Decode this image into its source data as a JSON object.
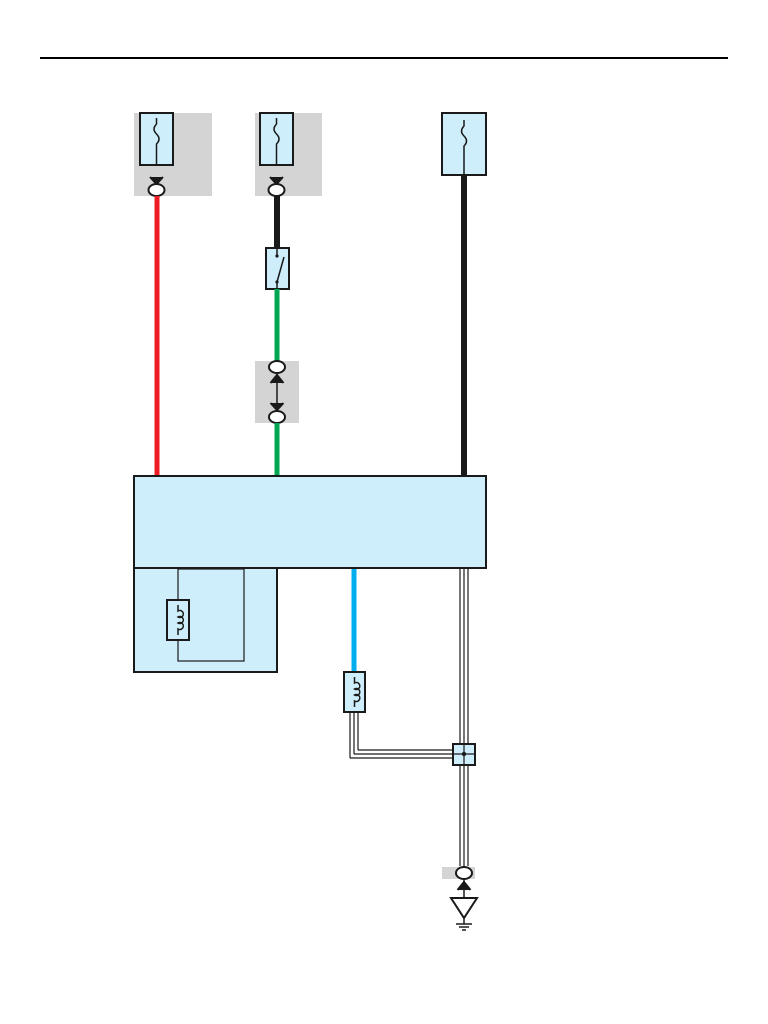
{
  "diagram": {
    "colors": {
      "page_background": "#ffffff",
      "header_rule": "#000000",
      "connector_fill": "#d4d4d4",
      "component_fill": "#cdeefa",
      "outline": "#1a1a1a",
      "wire_red": "#ee1c25",
      "wire_black": "#1a1a1a",
      "wire_green": "#00a650",
      "wire_blue": "#00aeef",
      "wire_shielded": "#1a1a1a"
    },
    "components": [
      {
        "kind": "fuse",
        "icon": "fuse-icon"
      },
      {
        "kind": "fuse",
        "icon": "fuse-icon"
      },
      {
        "kind": "fuse",
        "icon": "fuse-icon"
      },
      {
        "kind": "switch",
        "icon": "switch-icon"
      },
      {
        "kind": "connector-pair",
        "icon": "connector-icon"
      },
      {
        "kind": "control-module",
        "icon": "module-icon"
      },
      {
        "kind": "sensor",
        "icon": "coil-icon"
      },
      {
        "kind": "sensor",
        "icon": "coil-icon"
      },
      {
        "kind": "shield-junction",
        "icon": "junction-icon"
      },
      {
        "kind": "ground",
        "icon": "ground-icon"
      }
    ],
    "wires": [
      {
        "color": "red"
      },
      {
        "color": "black"
      },
      {
        "color": "green"
      },
      {
        "color": "black"
      },
      {
        "color": "blue"
      },
      {
        "color": "shielded"
      }
    ]
  }
}
